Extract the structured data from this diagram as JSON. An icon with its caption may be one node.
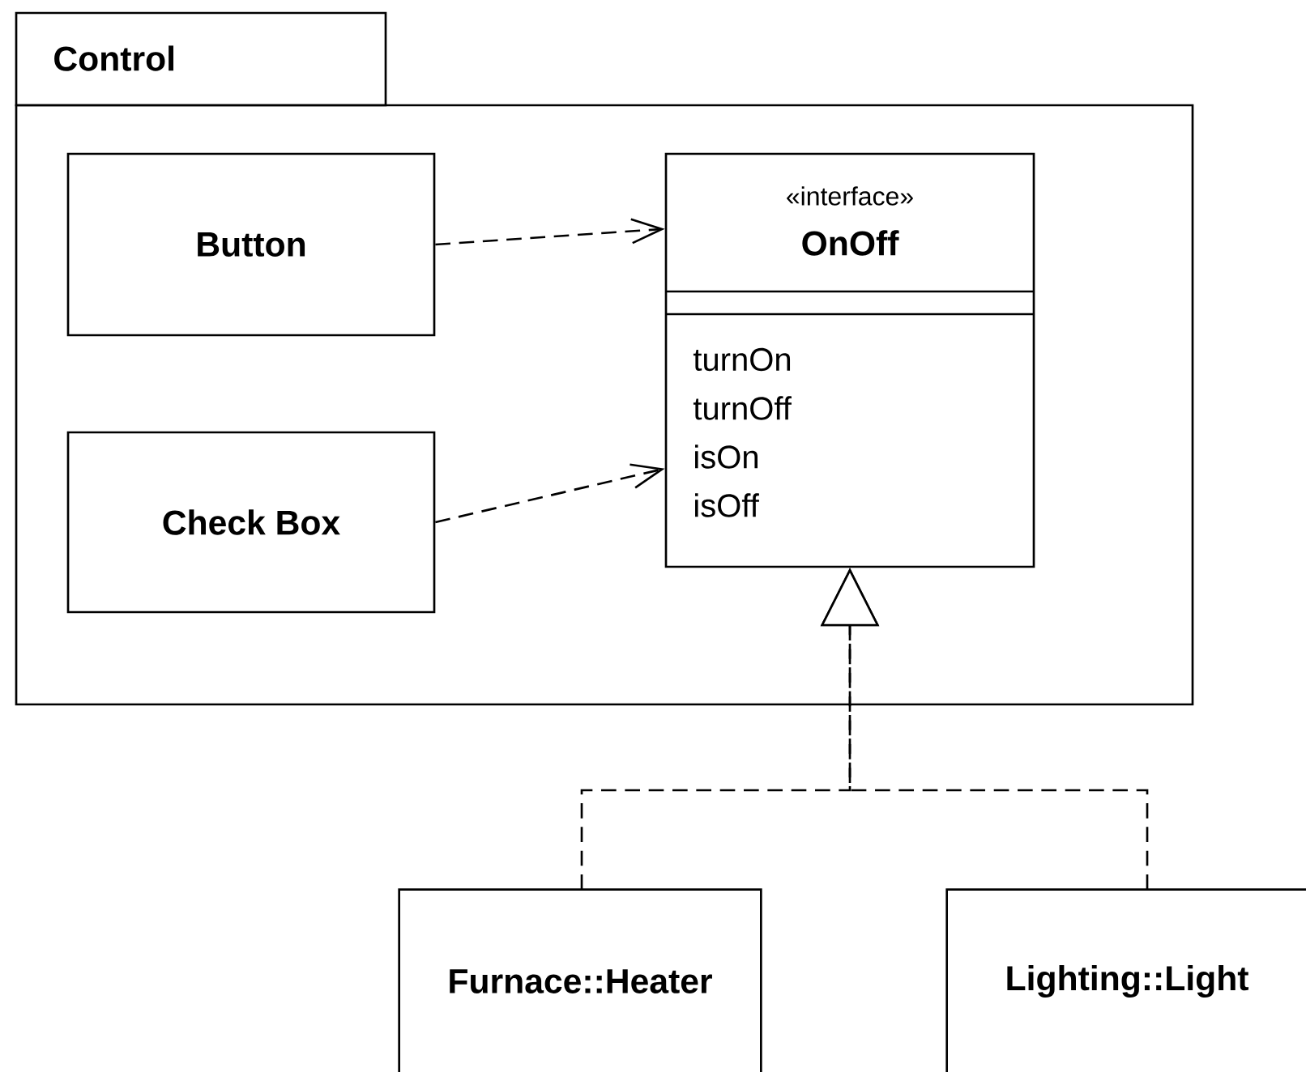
{
  "diagram": {
    "nodes": [
      {
        "text": [
          "Control"
        ]
      },
      {
        "text": [
          "Button"
        ],
        "in": 0
      },
      {
        "text": [
          "Check Box"
        ],
        "in": 0
      },
      {
        "text": [
          "«interface»",
          "OnOff",
          "turnOn",
          "turnOff",
          "isOn",
          "isOff"
        ],
        "in": 0
      },
      {
        "text": [
          "Furnace::Heater"
        ]
      },
      {
        "text": [
          "Lighting::Light"
        ]
      }
    ],
    "edges": [
      {
        "from": 1,
        "to": 3,
        "arrow": "to",
        "style": "dashed"
      },
      {
        "from": 2,
        "to": 3,
        "arrow": "to",
        "style": "dashed"
      },
      {
        "from": 4,
        "to": 3,
        "arrow": "to",
        "style": "dashed"
      },
      {
        "from": 5,
        "to": 3,
        "arrow": "to",
        "style": "dashed"
      }
    ]
  }
}
